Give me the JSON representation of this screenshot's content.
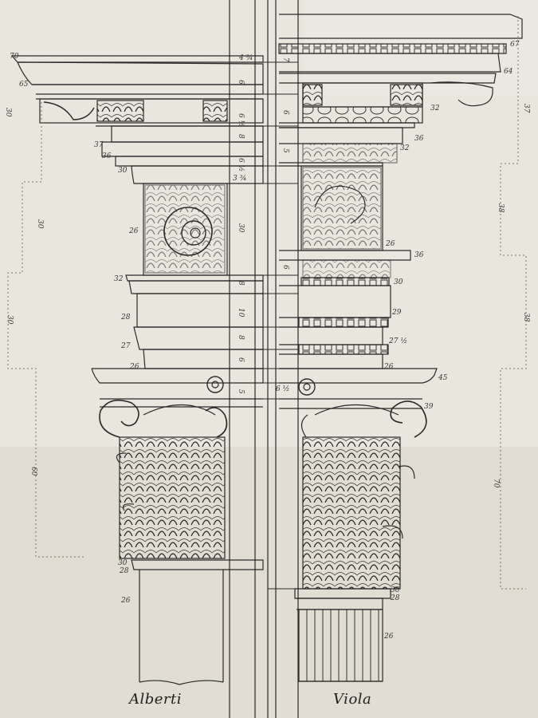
{
  "captions": {
    "left": "Alberti",
    "right": "Viola"
  },
  "colors": {
    "paper": "#e9e6de",
    "ink": "#2a2a2a",
    "stain": "#d9d3c4"
  },
  "center_column": [
    {
      "label": "4 ¾"
    },
    {
      "label": "6"
    },
    {
      "label": "7"
    },
    {
      "label": "6 ½"
    },
    {
      "label": "8"
    },
    {
      "label": "6"
    },
    {
      "label": "5"
    },
    {
      "label": "6 ½"
    },
    {
      "label": "3 ¾"
    },
    {
      "label": "30"
    },
    {
      "label": "6"
    },
    {
      "label": "8"
    },
    {
      "label": "10"
    },
    {
      "label": "8"
    },
    {
      "label": "6"
    },
    {
      "label": "5"
    },
    {
      "label": "6 ½"
    }
  ],
  "left_marks": [
    {
      "label": "70"
    },
    {
      "label": "65"
    },
    {
      "label": "30"
    },
    {
      "label": "37"
    },
    {
      "label": "36"
    },
    {
      "label": "30"
    },
    {
      "label": "26"
    },
    {
      "label": "32"
    },
    {
      "label": "28"
    },
    {
      "label": "27"
    },
    {
      "label": "26"
    },
    {
      "label": "60"
    },
    {
      "label": "30"
    },
    {
      "label": "28"
    },
    {
      "label": "26"
    },
    {
      "label": "30"
    },
    {
      "label": "30"
    }
  ],
  "right_marks": [
    {
      "label": "67"
    },
    {
      "label": "64"
    },
    {
      "label": "32"
    },
    {
      "label": "36"
    },
    {
      "label": "32"
    },
    {
      "label": "26"
    },
    {
      "label": "36"
    },
    {
      "label": "30"
    },
    {
      "label": "29"
    },
    {
      "label": "27 ½"
    },
    {
      "label": "26"
    },
    {
      "label": "45"
    },
    {
      "label": "39"
    },
    {
      "label": "30"
    },
    {
      "label": "28"
    },
    {
      "label": "26"
    },
    {
      "label": "37"
    },
    {
      "label": "38"
    },
    {
      "label": "38"
    },
    {
      "label": "70"
    }
  ]
}
